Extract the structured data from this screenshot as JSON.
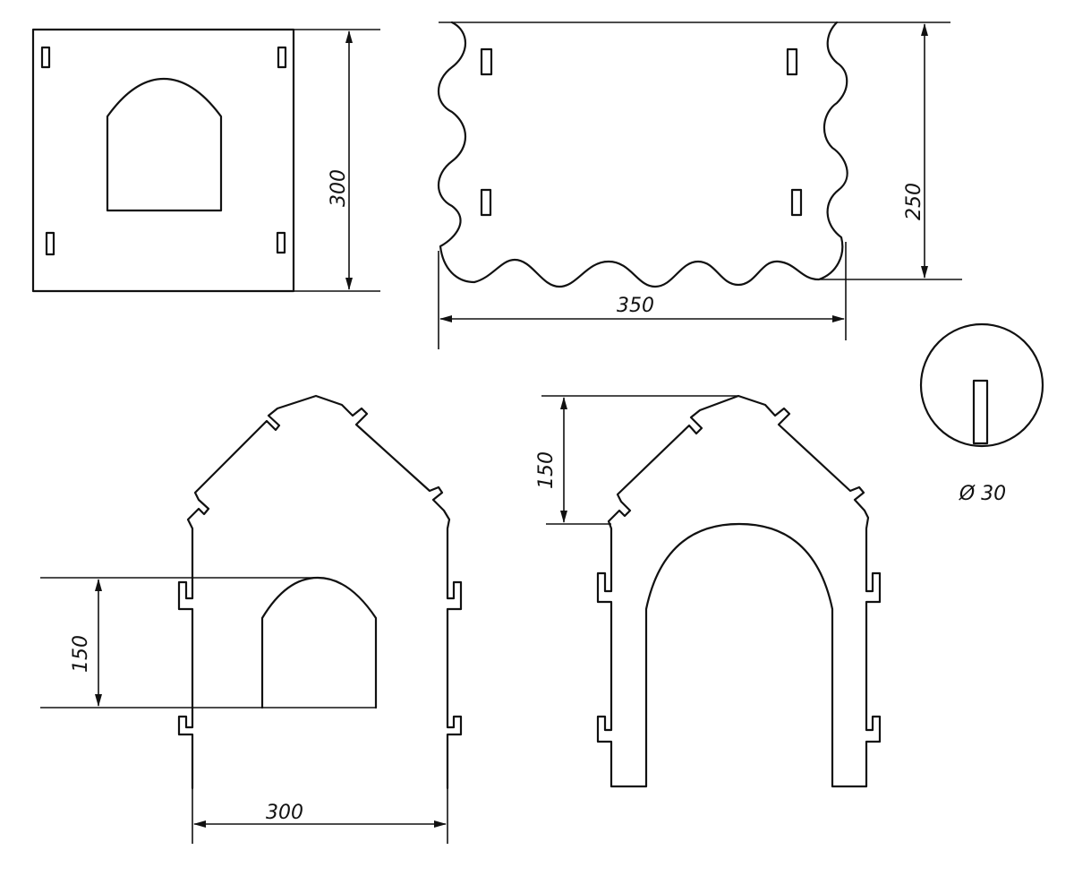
{
  "drawing": {
    "roof_panel": {
      "height_label": "300"
    },
    "side_panel": {
      "height_label": "250",
      "width_label": "350"
    },
    "perch": {
      "diameter_label": "Ø 30"
    },
    "front_gable": {
      "window_height_label": "150",
      "width_label": "300"
    },
    "back_gable": {
      "roof_height_label": "150"
    }
  }
}
